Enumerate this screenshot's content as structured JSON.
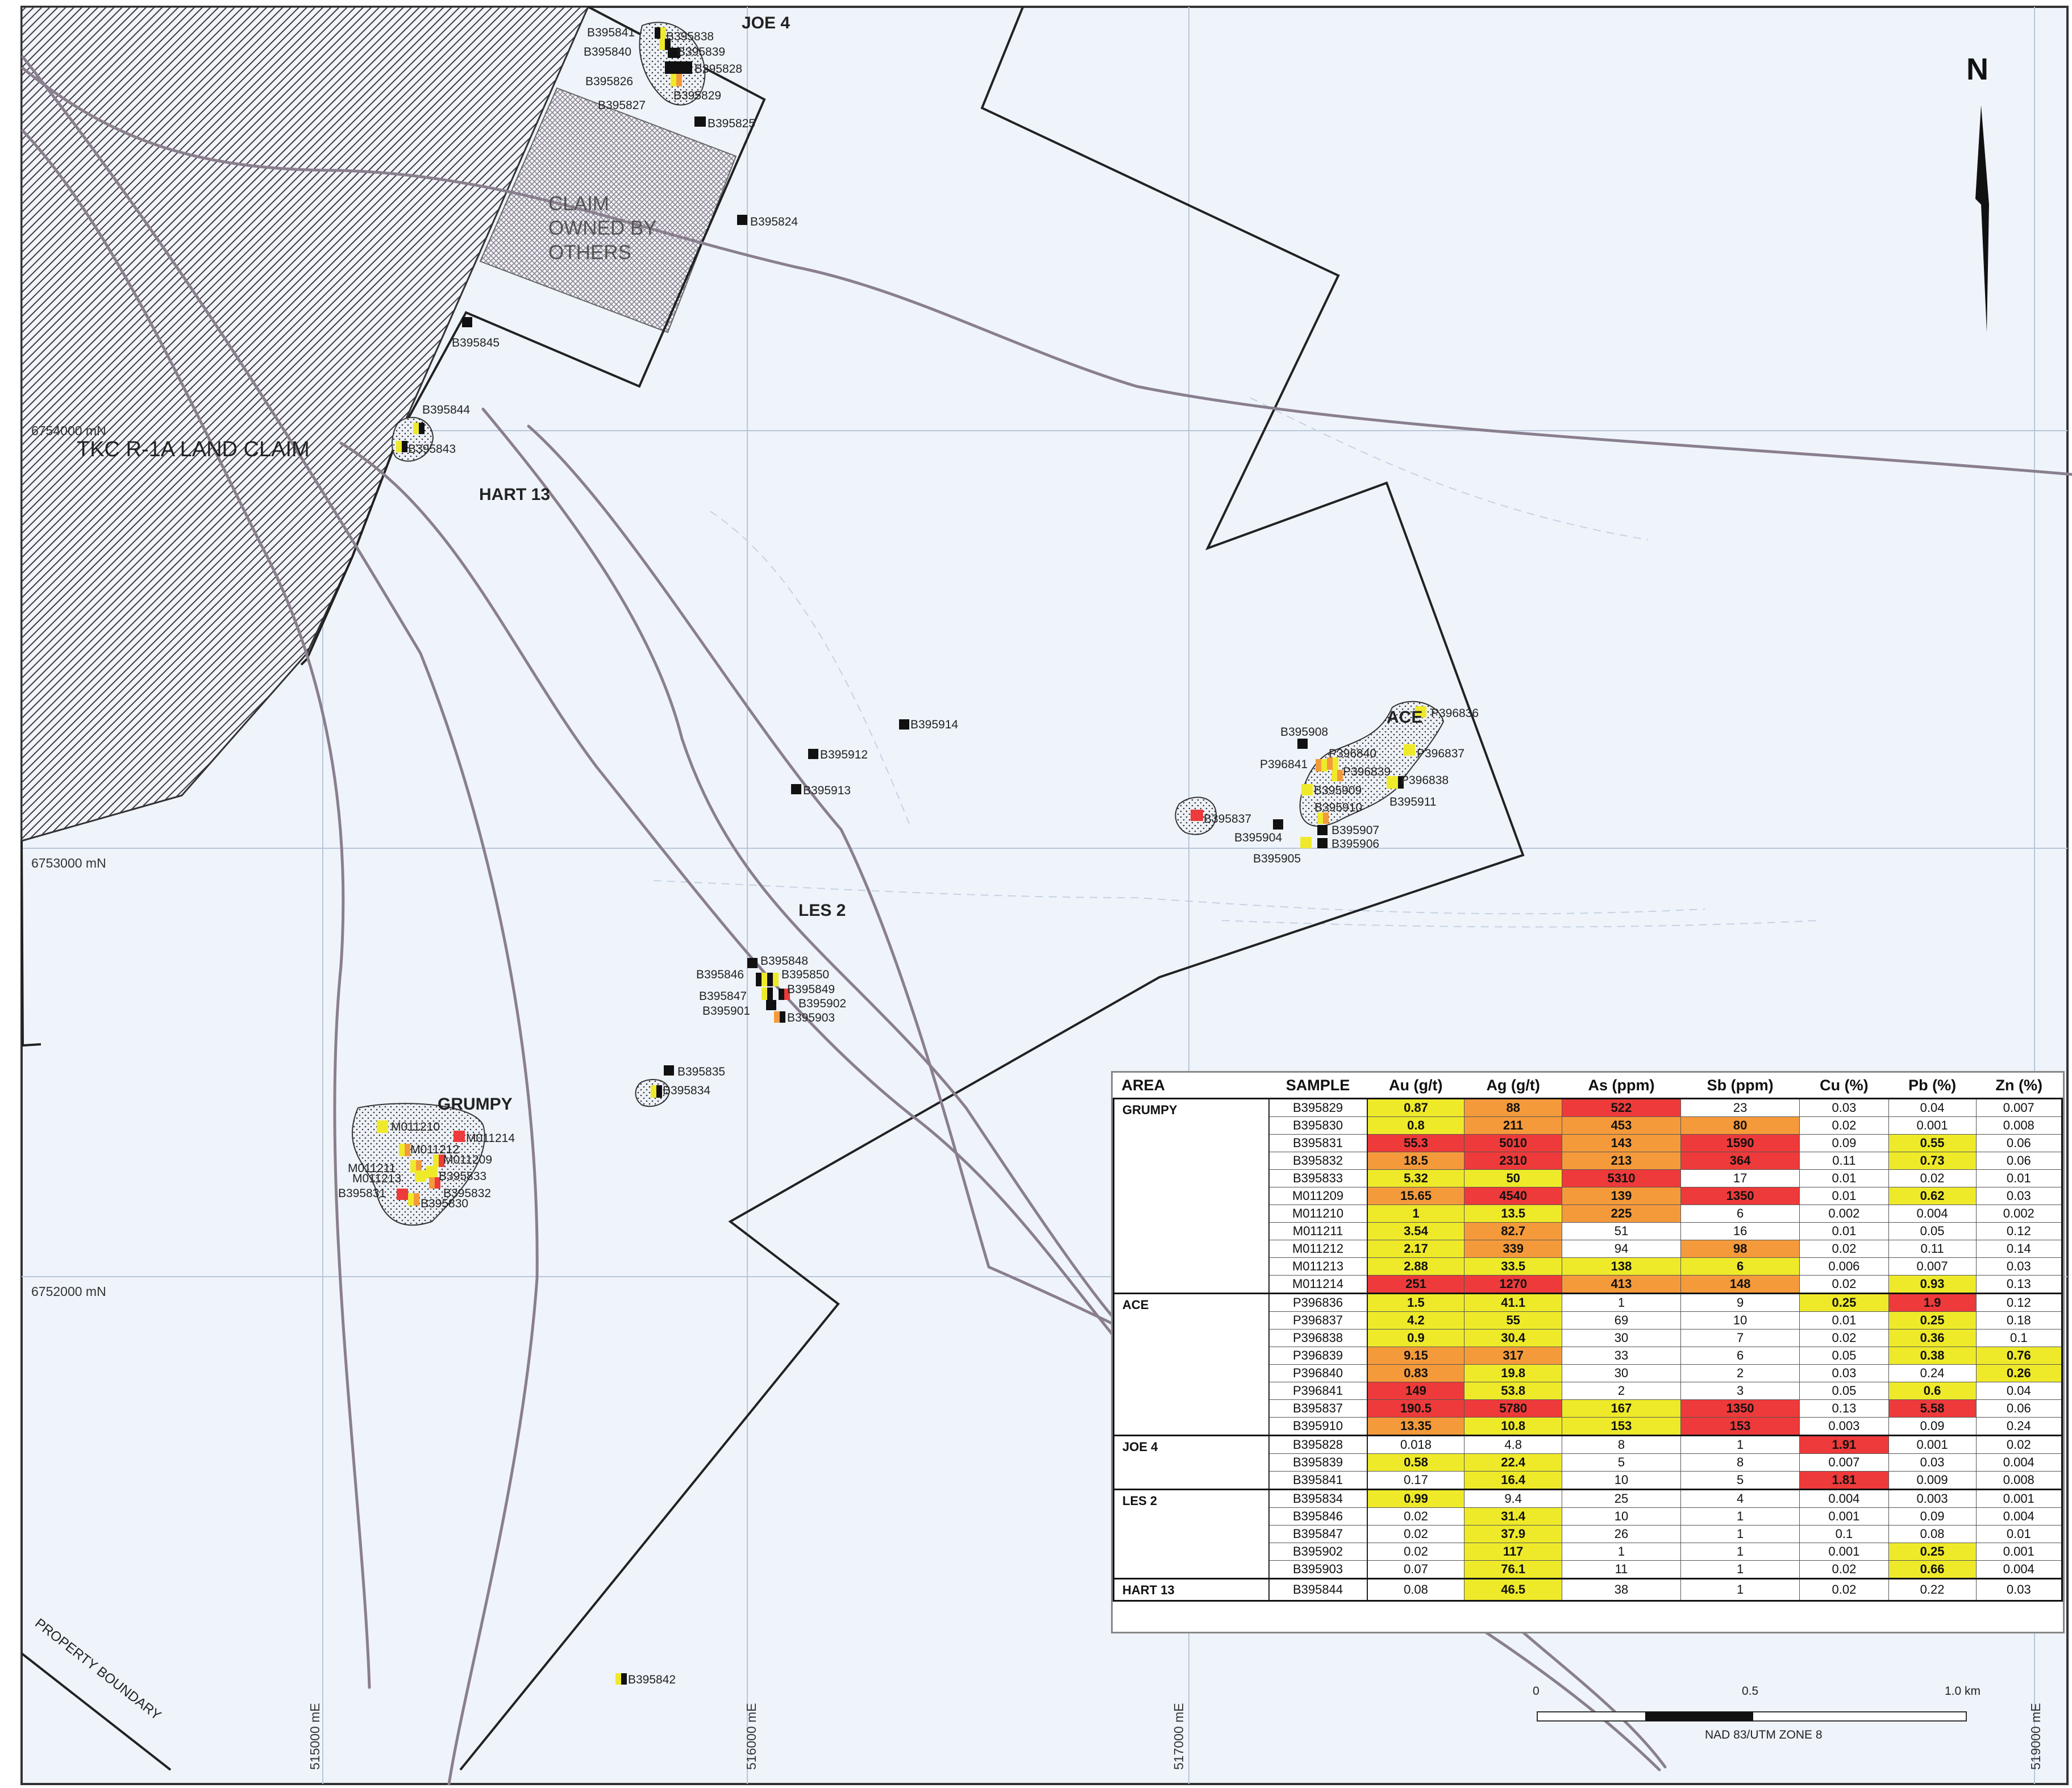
{
  "north_label": "N",
  "grid": {
    "northings": [
      "6754000 mN",
      "6753000 mN",
      "6752000 mN"
    ],
    "eastings": [
      "515000 mE",
      "516000 mE",
      "517000 mE",
      "519000 mE"
    ]
  },
  "claim_labels": {
    "tkc": "TKC R-1A LAND CLAIM",
    "claim_owned_1": "CLAIM",
    "claim_owned_2": "OWNED BY",
    "claim_owned_3": "OTHERS",
    "property_boundary": "PROPERTY BOUNDARY"
  },
  "areas": {
    "joe4": "JOE 4",
    "hart13": "HART 13",
    "ace": "ACE",
    "les2": "LES 2",
    "grumpy": "GRUMPY"
  },
  "samples": [
    "B395841",
    "B395838",
    "B395840",
    "B395839",
    "B395828",
    "B395826",
    "B395829",
    "B395827",
    "B395825",
    "B395824",
    "B395845",
    "B395844",
    "B395843",
    "B395914",
    "B395912",
    "B395913",
    "B395908",
    "P396836",
    "P396841",
    "P396840",
    "P396839",
    "P396837",
    "B395909",
    "P396838",
    "B395911",
    "B395910",
    "B395837",
    "B395904",
    "B395907",
    "B395906",
    "B395905",
    "B395848",
    "B395846",
    "B395850",
    "B395849",
    "B395847",
    "B395902",
    "B395901",
    "B395903",
    "B395835",
    "B395834",
    "M011210",
    "M011214",
    "M011212",
    "M011209",
    "M011211",
    "M011213",
    "B395833",
    "B395832",
    "B395831",
    "B395830",
    "B395842"
  ],
  "scale": {
    "zero": "0",
    "half": "0.5",
    "one": "1.0 km",
    "datum": "NAD 83/UTM ZONE 8"
  },
  "table": {
    "headers": [
      "AREA",
      "SAMPLE",
      "Au (g/t)",
      "Ag (g/t)",
      "As (ppm)",
      "Sb (ppm)",
      "Cu (%)",
      "Pb (%)",
      "Zn (%)"
    ],
    "groups": [
      {
        "area": "GRUMPY",
        "rows": [
          [
            "B395829",
            "0.87",
            "88",
            "522",
            "23",
            "0.03",
            "0.04",
            "0.007"
          ],
          [
            "B395830",
            "0.8",
            "211",
            "453",
            "80",
            "0.02",
            "0.001",
            "0.008"
          ],
          [
            "B395831",
            "55.3",
            "5010",
            "143",
            "1590",
            "0.09",
            "0.55",
            "0.06"
          ],
          [
            "B395832",
            "18.5",
            "2310",
            "213",
            "364",
            "0.11",
            "0.73",
            "0.06"
          ],
          [
            "B395833",
            "5.32",
            "50",
            "5310",
            "17",
            "0.01",
            "0.02",
            "0.01"
          ],
          [
            "M011209",
            "15.65",
            "4540",
            "139",
            "1350",
            "0.01",
            "0.62",
            "0.03"
          ],
          [
            "M011210",
            "1",
            "13.5",
            "225",
            "6",
            "0.002",
            "0.004",
            "0.002"
          ],
          [
            "M011211",
            "3.54",
            "82.7",
            "51",
            "16",
            "0.01",
            "0.05",
            "0.12"
          ],
          [
            "M011212",
            "2.17",
            "339",
            "94",
            "98",
            "0.02",
            "0.11",
            "0.14"
          ],
          [
            "M011213",
            "2.88",
            "33.5",
            "138",
            "6",
            "0.006",
            "0.007",
            "0.03"
          ],
          [
            "M011214",
            "251",
            "1270",
            "413",
            "148",
            "0.02",
            "0.93",
            "0.13"
          ]
        ]
      },
      {
        "area": "ACE",
        "rows": [
          [
            "P396836",
            "1.5",
            "41.1",
            "1",
            "9",
            "0.25",
            "1.9",
            "0.12"
          ],
          [
            "P396837",
            "4.2",
            "55",
            "69",
            "10",
            "0.01",
            "0.25",
            "0.18"
          ],
          [
            "P396838",
            "0.9",
            "30.4",
            "30",
            "7",
            "0.02",
            "0.36",
            "0.1"
          ],
          [
            "P396839",
            "9.15",
            "317",
            "33",
            "6",
            "0.05",
            "0.38",
            "0.76"
          ],
          [
            "P396840",
            "0.83",
            "19.8",
            "30",
            "2",
            "0.03",
            "0.24",
            "0.26"
          ],
          [
            "P396841",
            "149",
            "53.8",
            "2",
            "3",
            "0.05",
            "0.6",
            "0.04"
          ],
          [
            "B395837",
            "190.5",
            "5780",
            "167",
            "1350",
            "0.13",
            "5.58",
            "0.06"
          ],
          [
            "B395910",
            "13.35",
            "10.8",
            "153",
            "153",
            "0.003",
            "0.09",
            "0.24"
          ]
        ]
      },
      {
        "area": "JOE 4",
        "rows": [
          [
            "B395828",
            "0.018",
            "4.8",
            "8",
            "1",
            "1.91",
            "0.001",
            "0.02"
          ],
          [
            "B395839",
            "0.58",
            "22.4",
            "5",
            "8",
            "0.007",
            "0.03",
            "0.004"
          ],
          [
            "B395841",
            "0.17",
            "16.4",
            "10",
            "5",
            "1.81",
            "0.009",
            "0.008"
          ]
        ]
      },
      {
        "area": "LES 2",
        "rows": [
          [
            "B395834",
            "0.99",
            "9.4",
            "25",
            "4",
            "0.004",
            "0.003",
            "0.001"
          ],
          [
            "B395846",
            "0.02",
            "31.4",
            "10",
            "1",
            "0.001",
            "0.09",
            "0.004"
          ],
          [
            "B395847",
            "0.02",
            "37.9",
            "26",
            "1",
            "0.1",
            "0.08",
            "0.01"
          ],
          [
            "B395902",
            "0.02",
            "117",
            "1",
            "1",
            "0.001",
            "0.25",
            "0.001"
          ],
          [
            "B395903",
            "0.07",
            "76.1",
            "11",
            "1",
            "0.02",
            "0.66",
            "0.004"
          ]
        ]
      },
      {
        "area": "HART 13",
        "rows": [
          [
            "B395844",
            "0.08",
            "46.5",
            "38",
            "1",
            "0.02",
            "0.22",
            "0.03"
          ]
        ]
      }
    ],
    "levels": {
      "GRUMPY": [
        [
          1,
          2,
          3,
          0,
          0,
          0,
          0
        ],
        [
          1,
          2,
          2,
          2,
          0,
          0,
          0
        ],
        [
          3,
          3,
          2,
          3,
          0,
          1,
          0
        ],
        [
          2,
          3,
          2,
          3,
          0,
          1,
          0
        ],
        [
          1,
          1,
          3,
          0,
          0,
          0,
          0
        ],
        [
          2,
          3,
          2,
          3,
          0,
          1,
          0
        ],
        [
          1,
          1,
          2,
          0,
          0,
          0,
          0
        ],
        [
          1,
          2,
          0,
          0,
          0,
          0,
          0
        ],
        [
          1,
          2,
          0,
          2,
          0,
          0,
          0
        ],
        [
          1,
          1,
          1,
          1,
          0,
          0,
          0
        ],
        [
          3,
          3,
          2,
          2,
          0,
          1,
          0
        ]
      ],
      "ACE": [
        [
          1,
          1,
          0,
          0,
          1,
          3,
          0
        ],
        [
          1,
          1,
          0,
          0,
          0,
          1,
          0
        ],
        [
          1,
          1,
          0,
          0,
          0,
          1,
          0
        ],
        [
          2,
          2,
          0,
          0,
          0,
          1,
          1
        ],
        [
          2,
          1,
          0,
          0,
          0,
          0,
          1
        ],
        [
          3,
          1,
          0,
          0,
          0,
          1,
          0
        ],
        [
          3,
          3,
          1,
          3,
          0,
          3,
          0
        ],
        [
          2,
          1,
          1,
          3,
          0,
          0,
          0
        ]
      ],
      "JOE 4": [
        [
          0,
          0,
          0,
          0,
          3,
          0,
          0
        ],
        [
          1,
          1,
          0,
          0,
          0,
          0,
          0
        ],
        [
          0,
          1,
          0,
          0,
          3,
          0,
          0
        ]
      ],
      "LES 2": [
        [
          1,
          0,
          0,
          0,
          0,
          0,
          0
        ],
        [
          0,
          1,
          0,
          0,
          0,
          0,
          0
        ],
        [
          0,
          1,
          0,
          0,
          0,
          0,
          0
        ],
        [
          0,
          1,
          0,
          0,
          0,
          1,
          0
        ],
        [
          0,
          1,
          0,
          0,
          0,
          1,
          0
        ]
      ],
      "HART 13": [
        [
          0,
          1,
          0,
          0,
          0,
          0,
          0
        ]
      ]
    },
    "level_colors": {
      "0": "#ffffff",
      "1": "#eeea2a",
      "2": "#f59a3a",
      "3": "#ee3a3a"
    }
  }
}
